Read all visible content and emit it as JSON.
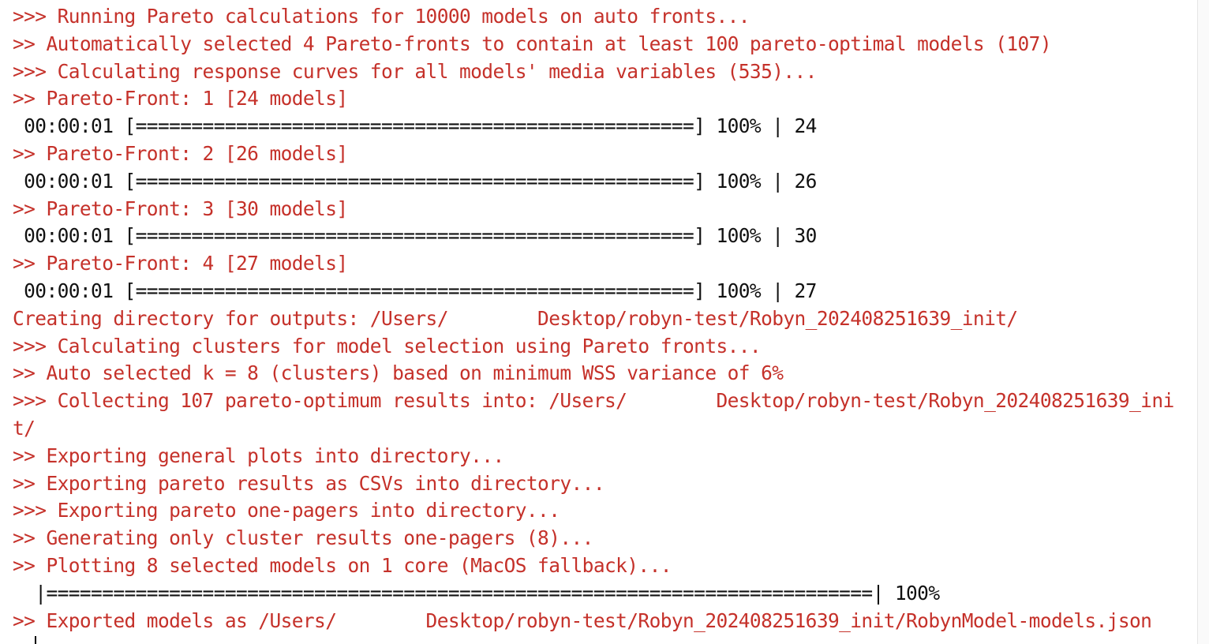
{
  "console": {
    "lines": [
      {
        "kind": "msg",
        "text": ">>> Running Pareto calculations for 10000 models on auto fronts..."
      },
      {
        "kind": "msg",
        "text": ">> Automatically selected 4 Pareto-fronts to contain at least 100 pareto-optimal models (107)"
      },
      {
        "kind": "msg",
        "text": ">>> Calculating response curves for all models' media variables (535)..."
      },
      {
        "kind": "msg",
        "text": ">> Pareto-Front: 1 [24 models]"
      },
      {
        "kind": "prog",
        "text": " 00:00:01 [==================================================] 100% | 24"
      },
      {
        "kind": "msg",
        "text": ">> Pareto-Front: 2 [26 models]"
      },
      {
        "kind": "prog",
        "text": " 00:00:01 [==================================================] 100% | 26"
      },
      {
        "kind": "msg",
        "text": ">> Pareto-Front: 3 [30 models]"
      },
      {
        "kind": "prog",
        "text": " 00:00:01 [==================================================] 100% | 30"
      },
      {
        "kind": "msg",
        "text": ">> Pareto-Front: 4 [27 models]"
      },
      {
        "kind": "prog",
        "text": " 00:00:01 [==================================================] 100% | 27"
      },
      {
        "kind": "msg",
        "text": "Creating directory for outputs: /Users/        Desktop/robyn-test/Robyn_202408251639_init/"
      },
      {
        "kind": "msg",
        "text": ">>> Calculating clusters for model selection using Pareto fronts..."
      },
      {
        "kind": "msg",
        "text": ">> Auto selected k = 8 (clusters) based on minimum WSS variance of 6%"
      },
      {
        "kind": "msg",
        "text": ">>> Collecting 107 pareto-optimum results into: /Users/        Desktop/robyn-test/Robyn_202408251639_ini"
      },
      {
        "kind": "msg",
        "text": "t/"
      },
      {
        "kind": "msg",
        "text": ">> Exporting general plots into directory..."
      },
      {
        "kind": "msg",
        "text": ">> Exporting pareto results as CSVs into directory..."
      },
      {
        "kind": "msg",
        "text": ">>> Exporting pareto one-pagers into directory..."
      },
      {
        "kind": "msg",
        "text": ">> Generating only cluster results one-pagers (8)..."
      },
      {
        "kind": "msg",
        "text": ">> Plotting 8 selected models on 1 core (MacOS fallback)..."
      },
      {
        "kind": "prog",
        "text": "  |==========================================================================| 100%"
      },
      {
        "kind": "msg",
        "text": ">> Exported models as /Users/        Desktop/robyn-test/Robyn_202408251639_init/RobynModel-models.json"
      }
    ]
  }
}
